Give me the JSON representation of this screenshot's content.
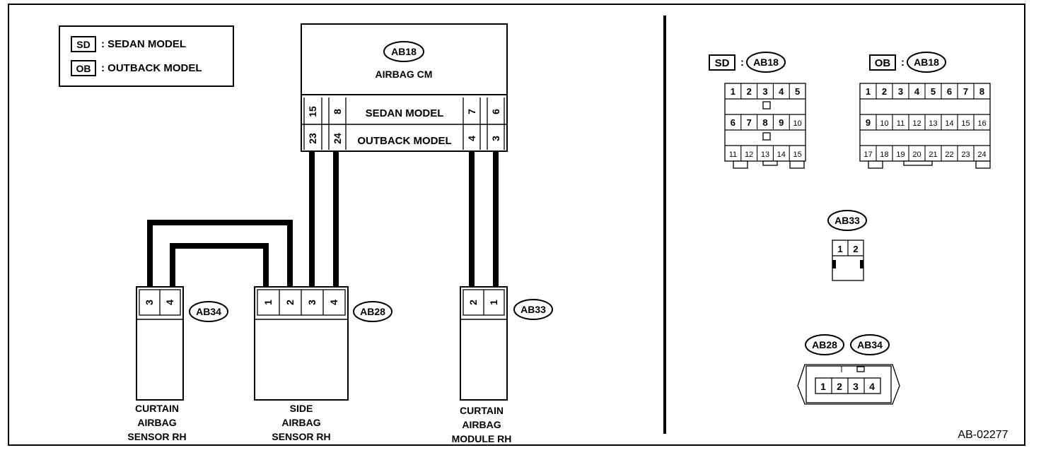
{
  "legend": {
    "sd_code": "SD",
    "sd_label": ": SEDAN MODEL",
    "ob_code": "OB",
    "ob_label": ": OUTBACK MODEL"
  },
  "airbag_cm": {
    "connector": "AB18",
    "name": "AIRBAG CM",
    "sedan_row": "SEDAN MODEL",
    "outback_row": "OUTBACK MODEL",
    "sedan_pins": [
      "15",
      "8",
      "7",
      "6"
    ],
    "outback_pins": [
      "23",
      "24",
      "4",
      "3"
    ]
  },
  "curtain_sensor": {
    "connector": "AB34",
    "pins": [
      "3",
      "4"
    ],
    "label_lines": [
      "CURTAIN",
      "AIRBAG",
      "SENSOR RH"
    ]
  },
  "side_sensor": {
    "connector": "AB28",
    "pins": [
      "1",
      "2",
      "3",
      "4"
    ],
    "label_lines": [
      "SIDE",
      "AIRBAG",
      "SENSOR RH"
    ]
  },
  "curtain_module": {
    "connector": "AB33",
    "pins": [
      "2",
      "1"
    ],
    "label_lines": [
      "CURTAIN",
      "AIRBAG",
      "MODULE RH"
    ]
  },
  "connector_views": {
    "sd_view": {
      "model_code": "SD",
      "sep": ":",
      "connector": "AB18",
      "rows": [
        [
          "1",
          "2",
          "3",
          "4",
          "5"
        ],
        [
          "6",
          "7",
          "8",
          "9",
          "10"
        ],
        [
          "11",
          "12",
          "13",
          "14",
          "15"
        ]
      ]
    },
    "ob_view": {
      "model_code": "OB",
      "sep": ":",
      "connector": "AB18",
      "rows": [
        [
          "1",
          "2",
          "3",
          "4",
          "5",
          "6",
          "7",
          "8"
        ],
        [
          "9",
          "10",
          "11",
          "12",
          "13",
          "14",
          "15",
          "16"
        ],
        [
          "17",
          "18",
          "19",
          "20",
          "21",
          "22",
          "23",
          "24"
        ]
      ]
    },
    "ab33_view": {
      "connector": "AB33",
      "pins": [
        "1",
        "2"
      ]
    },
    "ab28_ab34_view": {
      "connectors": [
        "AB28",
        "AB34"
      ],
      "pins": [
        "1",
        "2",
        "3",
        "4"
      ]
    }
  },
  "figure_id": "AB-02277"
}
